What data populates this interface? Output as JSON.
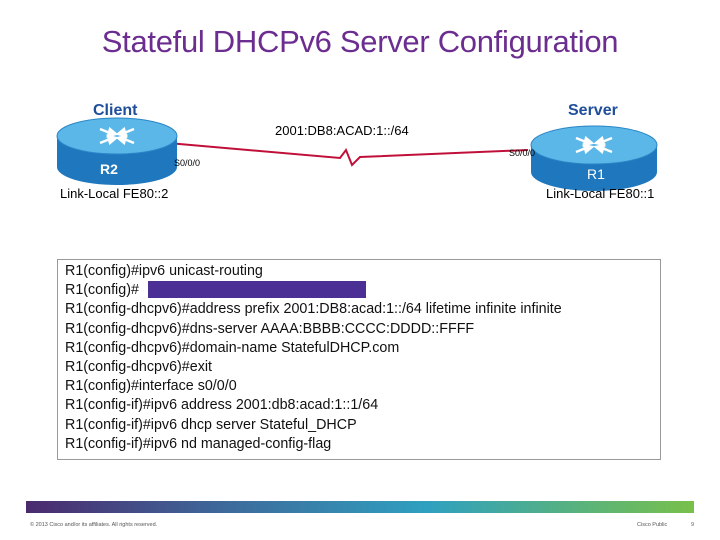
{
  "title": "Stateful DHCPv6 Server Configuration",
  "topology": {
    "client_label": "Client",
    "server_label": "Server",
    "network_prefix": "2001:DB8:ACAD:1::/64",
    "client_router": {
      "name": "R2",
      "interface": "S0/0/0",
      "link_local": "Link-Local FE80::2"
    },
    "server_router": {
      "name": "R1",
      "interface": "S0/0/0",
      "link_local": "Link-Local FE80::1"
    },
    "colors": {
      "router_body": "#2e8fce",
      "router_top": "#5bb7e8",
      "link": "#c0103a"
    }
  },
  "config_lines": [
    "R1(config)#ipv6 unicast-routing",
    "R1(config)#",
    "R1(config-dhcpv6)#address prefix 2001:DB8:acad:1::/64 lifetime infinite infinite",
    "R1(config-dhcpv6)#dns-server AAAA:BBBB:CCCC:DDDD::FFFF",
    "R1(config-dhcpv6)#domain-name StatefulDHCP.com",
    "R1(config-dhcpv6)#exit",
    "R1(config)#interface s0/0/0",
    "R1(config-if)#ipv6 address 2001:db8:acad:1::1/64",
    "R1(config-if)#ipv6 dhcp server Stateful_DHCP",
    "R1(config-if)#ipv6 nd managed-config-flag"
  ],
  "footer": {
    "copyright": "© 2013 Cisco and/or its affiliates. All rights reserved.",
    "classification": "Cisco Public",
    "page_number": "9"
  }
}
